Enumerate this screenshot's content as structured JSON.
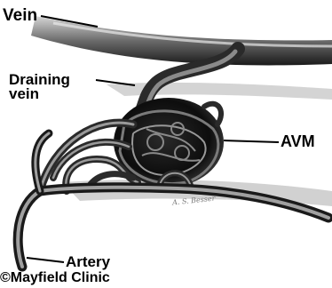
{
  "labels": {
    "vein": "Vein",
    "draining_vein_line1": "Draining",
    "draining_vein_line2": "vein",
    "avm": "AVM",
    "artery": "Artery",
    "credit": "©Mayfield Clinic"
  },
  "artist_signature": "A. S. Besser",
  "colors": {
    "vessel_dark": "#1a1a1a",
    "vessel_mid": "#6b6b6b",
    "vessel_light": "#b5b5b5",
    "tissue": "#c9c9c9",
    "background": "#ffffff"
  }
}
